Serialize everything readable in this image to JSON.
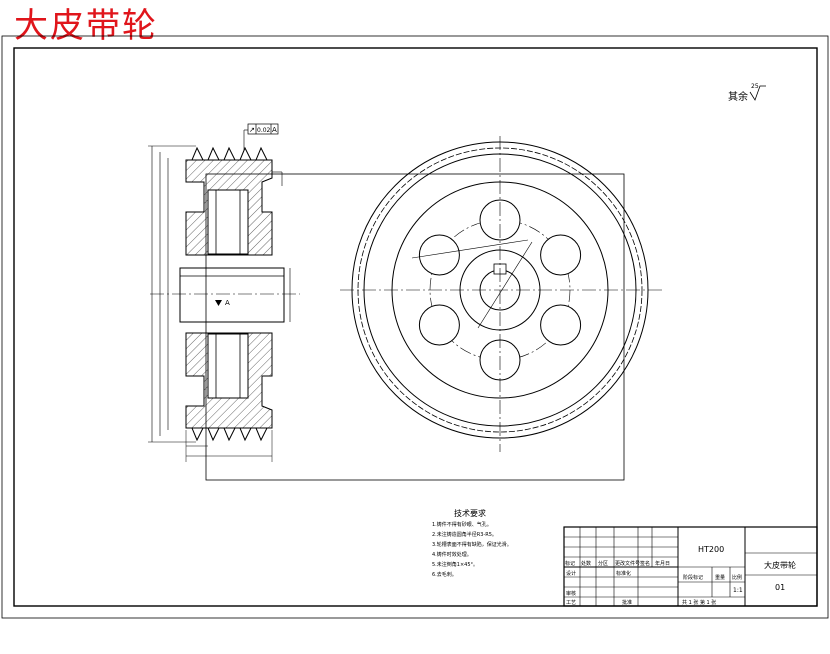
{
  "drawing": {
    "title": "大皮带轮",
    "roughness_note": "其余",
    "roughness_value": "25",
    "gdt_symbol": "↗",
    "gdt_tolerance": "0.02",
    "gdt_datum": "A",
    "datum_label": "A",
    "material": "HT200",
    "part_name": "大皮带轮",
    "drawing_number": "01",
    "scale": "1:1",
    "ink_color": "#000000",
    "title_color": "#e0151b"
  },
  "tech_req": {
    "heading": "技术要求",
    "items": [
      "1.铸件不得有砂眼、气孔。",
      "2.未注铸造圆角半径R3-R5。",
      "3.轮槽表面不得有缺陷，保证光滑。",
      "4.铸件时效处理。",
      "5.未注倒角1×45°。",
      "6.去毛刺。"
    ]
  },
  "title_block": {
    "marks": "标记",
    "count": "处数",
    "zone": "分区",
    "change_doc": "更改文件号",
    "signature": "签名",
    "date": "年月日",
    "designer": "设计",
    "standardize": "标准化",
    "approve": "批准",
    "review": "审核",
    "process": "工艺",
    "stage_mark": "阶段标记",
    "weight": "重量",
    "scale_label": "比例",
    "sheet": "共 1 张   第 1 张"
  }
}
